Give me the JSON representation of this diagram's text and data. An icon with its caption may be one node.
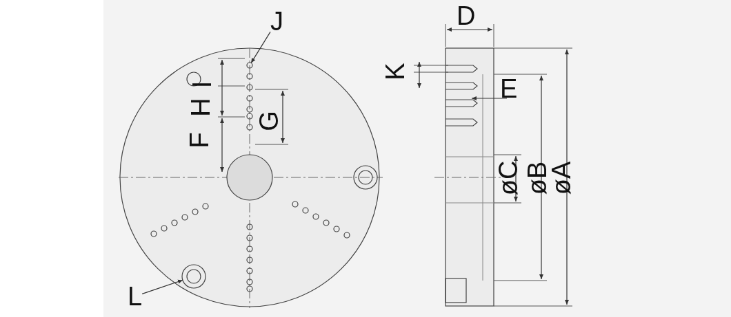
{
  "diagram": {
    "nodes": [
      {
        "text": [
          "J"
        ]
      },
      {
        "text": [],
        "shape": "circle"
      },
      {
        "text": [
          "L"
        ]
      },
      {
        "text": [],
        "shape": "circle"
      }
    ],
    "edges": [
      {
        "from": 0,
        "to": 1,
        "arrow": "to"
      },
      {
        "from": 2,
        "to": 3,
        "arrow": "to"
      }
    ],
    "labels": [
      "D",
      "K",
      "I",
      "E",
      "H",
      "G",
      "F",
      "øC",
      "øB",
      "øA"
    ]
  }
}
